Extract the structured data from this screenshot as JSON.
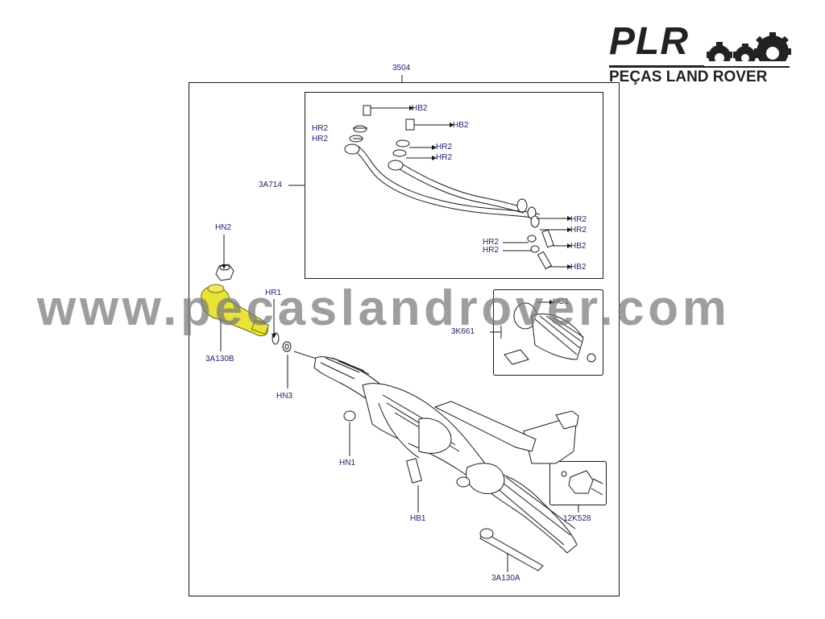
{
  "logo": {
    "brand": "PLR",
    "tagline": "PEÇAS LAND ROVER",
    "icon": "gears-icon",
    "color": "#222222"
  },
  "watermark": "www.pecaslandrover.com",
  "diagram": {
    "assembly_ref": "3504",
    "highlight_color": "#e8e23a",
    "label_color": "#1a1f6b",
    "callouts": {
      "hb2_a": "HB2",
      "hb2_b": "HB2",
      "hr2_a": "HR2",
      "hr2_b": "HR2",
      "hr2_c": "HR2",
      "hr2_d": "HR2",
      "pipe_assembly": "3A714",
      "hr2_e": "HR2",
      "hr2_f": "HR2",
      "hr2_g": "HR2",
      "hr2_h": "HR2",
      "hb2_c": "HB2",
      "hb2_d": "HB2",
      "hn2": "HN2",
      "hr1": "HR1",
      "hc1": "HC1",
      "boot_kit": "3K661",
      "tie_rod_end": "3A130B",
      "hn3": "HN3",
      "hn1": "HN1",
      "hb1": "HB1",
      "valve_kit": "12K528",
      "inner_tie_rod": "3A130A"
    }
  }
}
